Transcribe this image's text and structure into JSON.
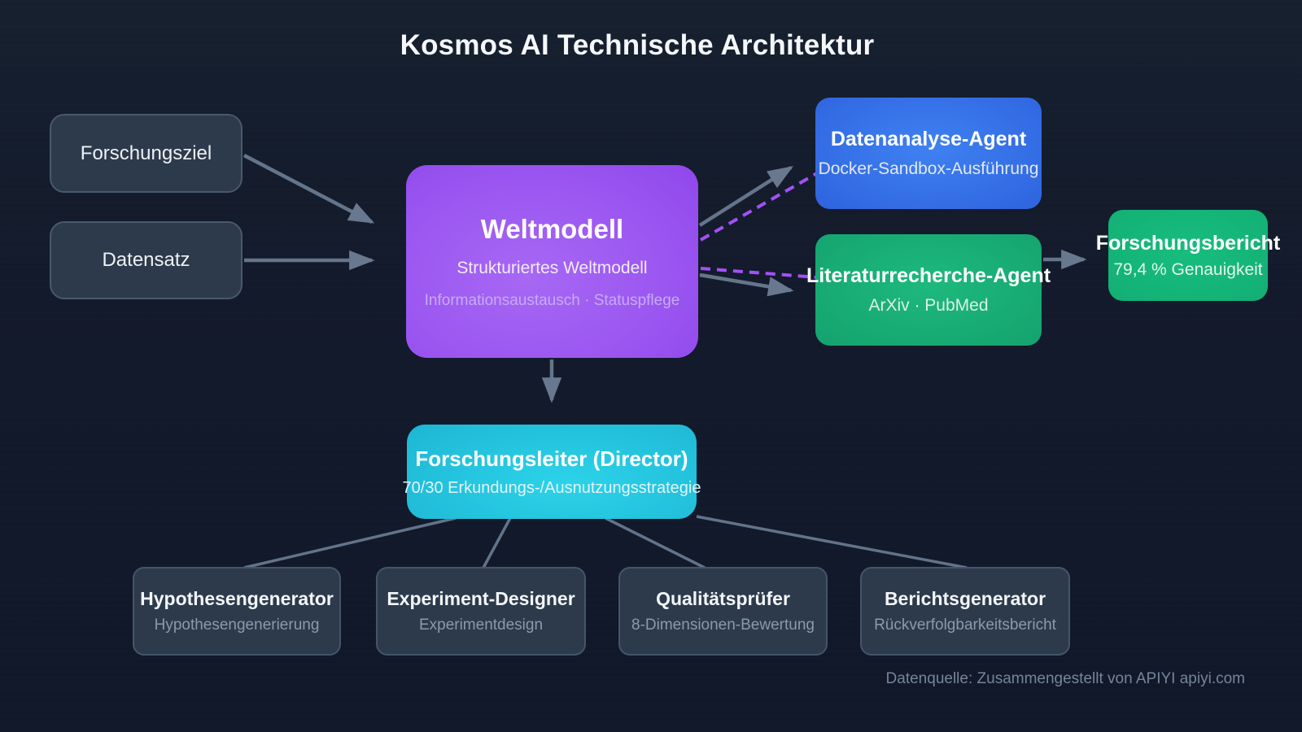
{
  "title": "Kosmos AI Technische Architektur",
  "inputs": [
    {
      "label": "Forschungsziel"
    },
    {
      "label": "Datensatz"
    }
  ],
  "world_model": {
    "title": "Weltmodell",
    "subtitle": "Strukturiertes Weltmodell",
    "detail": "Informationsaustausch · Statuspflege"
  },
  "agents": [
    {
      "title": "Datenanalyse-Agent",
      "subtitle": "Docker-Sandbox-Ausführung"
    },
    {
      "title": "Literaturrecherche-Agent",
      "subtitle": "ArXiv · PubMed"
    }
  ],
  "report": {
    "title": "Forschungsbericht",
    "subtitle": "79,4 % Genauigkeit"
  },
  "director": {
    "title": "Forschungsleiter (Director)",
    "subtitle": "70/30 Erkundungs-/Ausnutzungsstrategie"
  },
  "sub_agents": [
    {
      "title": "Hypothesengenerator",
      "subtitle": "Hypothesengenerierung"
    },
    {
      "title": "Experiment-Designer",
      "subtitle": "Experimentdesign"
    },
    {
      "title": "Qualitätsprüfer",
      "subtitle": "8-Dimensionen-Bewertung"
    },
    {
      "title": "Berichtsgenerator",
      "subtitle": "Rückverfolgbarkeitsbericht"
    }
  ],
  "footer": {
    "attribution": "Datenquelle: Zusammengestellt von APIYI apiyi.com"
  },
  "colors": {
    "background": "#131a2b",
    "node_slate": "#2d3a4b",
    "node_border": "#48596d",
    "purple": "#9a52ee",
    "blue": "#3272e8",
    "green": "#139e6c",
    "green_solid": "#12ac72",
    "cyan": "#1fb9d6",
    "arrow_gray": "#64758b",
    "dashed_purple": "#a251f5",
    "muted_text": "#8d99aa"
  }
}
